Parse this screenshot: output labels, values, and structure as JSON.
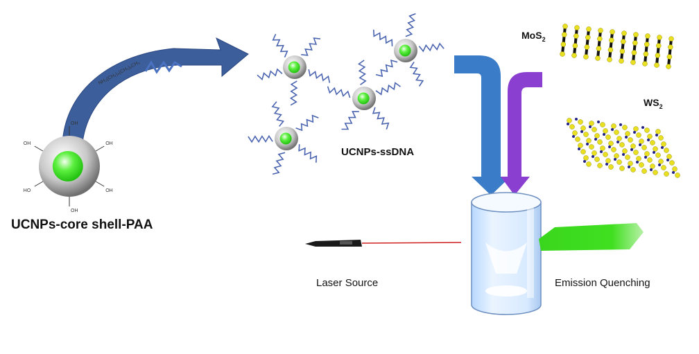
{
  "labels": {
    "core_particle": "UCNPs-core shell-PAA",
    "linker": "NH₂(CH₂)₆(CH₂)₆CH₃",
    "ssdna_particles": "UCNPs-ssDNA",
    "mos2_main": "MoS",
    "mos2_sub": "2",
    "ws2_main": "WS",
    "ws2_sub": "2",
    "laser": "Laser Source",
    "emission": "Emission Quenching",
    "cooh": "OH",
    "ho": "HO"
  },
  "colors": {
    "curved_arrow": "#3c5f9c",
    "blue_arrow": "#3a7cc8",
    "purple_arrow": "#8a3fd0",
    "core_green": "#33e61a",
    "shell_gray": "#9a9a9a",
    "strand": "#4a64b0",
    "sulfur": "#e8e020",
    "laser_beam": "#d02020",
    "emission_green": "#2ecc1a"
  }
}
